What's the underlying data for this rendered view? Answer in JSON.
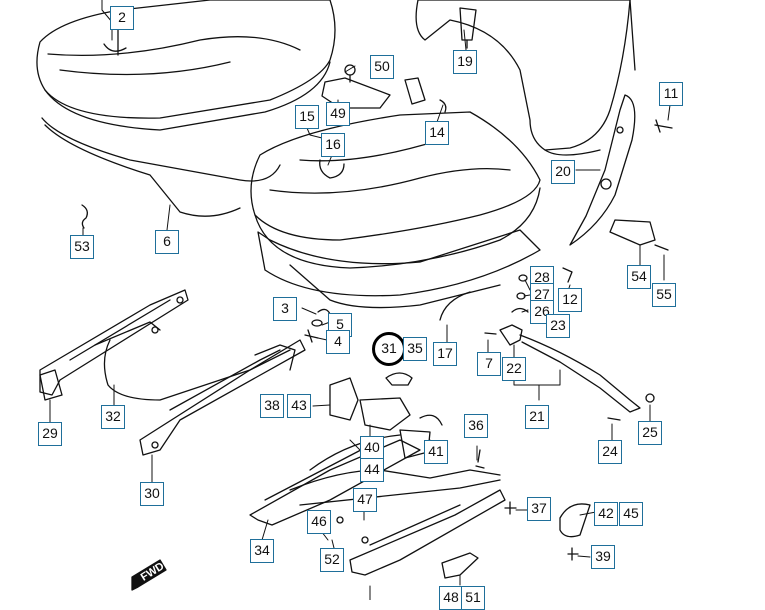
{
  "diagram": {
    "labels": {
      "l2": "2",
      "l50": "50",
      "l19": "19",
      "l11": "11",
      "l49": "49",
      "l15": "15",
      "l14": "14",
      "l16": "16",
      "l20": "20",
      "l53": "53",
      "l6": "6",
      "l28": "28",
      "l27": "27",
      "l12": "12",
      "l26": "26",
      "l54": "54",
      "l55": "55",
      "l3": "3",
      "l5": "5",
      "l23": "23",
      "l4": "4",
      "l31": "31",
      "l35": "35",
      "l17": "17",
      "l7": "7",
      "l22": "22",
      "l29": "29",
      "l32": "32",
      "l38": "38",
      "l43": "43",
      "l36": "36",
      "l21": "21",
      "l25": "25",
      "l40": "40",
      "l41": "41",
      "l24": "24",
      "l44": "44",
      "l30": "30",
      "l47": "47",
      "l37": "37",
      "l42": "42",
      "l45": "45",
      "l46": "46",
      "l34": "34",
      "l52": "52",
      "l39": "39",
      "l48": "48",
      "l51": "51"
    },
    "separator": "-",
    "highlighted_part": "31",
    "fwd_text": "FWD"
  },
  "colors": {
    "label_border": "#1f6f9a",
    "line": "#111111",
    "highlight": "#000000"
  }
}
